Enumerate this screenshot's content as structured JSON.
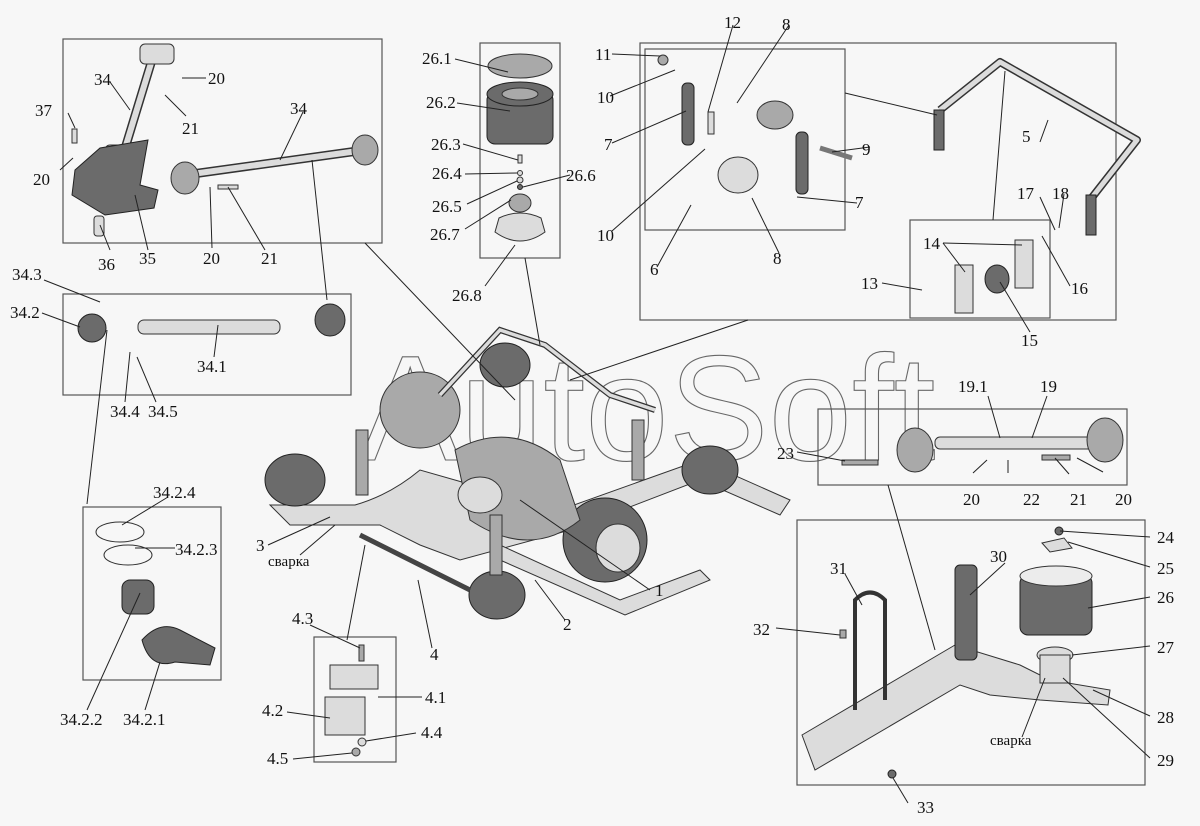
{
  "diagram": {
    "title": "Suspension assembly exploded view",
    "watermark": "AutoSoft",
    "weld_note": "сварка",
    "labels": {
      "l1": "1",
      "l2": "2",
      "l3": "3",
      "l4": "4",
      "l4_1": "4.1",
      "l4_2": "4.2",
      "l4_3": "4.3",
      "l4_4": "4.4",
      "l4_5": "4.5",
      "l5": "5",
      "l6": "6",
      "l7a": "7",
      "l7b": "7",
      "l8a": "8",
      "l8b": "8",
      "l9": "9",
      "l10a": "10",
      "l10b": "10",
      "l11": "11",
      "l12": "12",
      "l13": "13",
      "l14": "14",
      "l15": "15",
      "l16": "16",
      "l17": "17",
      "l18": "18",
      "l19": "19",
      "l19_1": "19.1",
      "l20a": "20",
      "l20b": "20",
      "l20c": "20",
      "l20d": "20",
      "l20e": "20",
      "l21a": "21",
      "l21b": "21",
      "l21c": "21",
      "l22": "22",
      "l23": "23",
      "l24": "24",
      "l25": "25",
      "l26": "26",
      "l26_1": "26.1",
      "l26_2": "26.2",
      "l26_3": "26.3",
      "l26_4": "26.4",
      "l26_5": "26.5",
      "l26_6": "26.6",
      "l26_7": "26.7",
      "l26_8": "26.8",
      "l27": "27",
      "l28": "28",
      "l29": "29",
      "l30": "30",
      "l31": "31",
      "l32": "32",
      "l33": "33",
      "l34a": "34",
      "l34b": "34",
      "l34_1": "34.1",
      "l34_2": "34.2",
      "l34_3": "34.3",
      "l34_4": "34.4",
      "l34_5": "34.5",
      "l34_2_1": "34.2.1",
      "l34_2_2": "34.2.2",
      "l34_2_3": "34.2.3",
      "l34_2_4": "34.2.4",
      "l35": "35",
      "l36": "36",
      "l37": "37"
    }
  }
}
